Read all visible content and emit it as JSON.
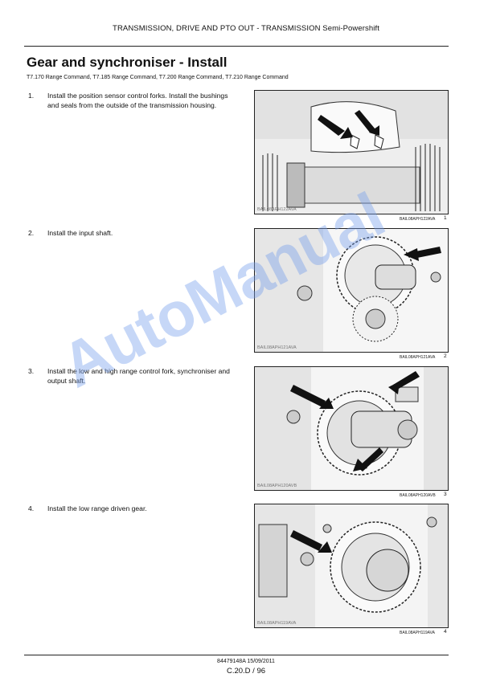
{
  "header": "TRANSMISSION, DRIVE AND PTO OUT - TRANSMISSION Semi-Powershift",
  "title": "Gear and synchroniser - Install",
  "subtitle": "T7.170 Range Command, T7.185 Range Command, T7.200 Range Command, T7.210 Range Command",
  "steps": [
    {
      "num": "1.",
      "text": "Install the position sensor control forks.  Install the bushings and seals from the outside of the transmission housing."
    },
    {
      "num": "2.",
      "text": "Install the input shaft."
    },
    {
      "num": "3.",
      "text": "Install the low and high range control fork, synchroniser and output shaft."
    },
    {
      "num": "4.",
      "text": "Install the low range driven gear."
    }
  ],
  "figures": [
    {
      "code": "BAIL08APH122AVA",
      "caption": "BAIL08APH122AVA",
      "number": "1"
    },
    {
      "code": "BAIL08APH121AVA",
      "caption": "BAIL08APH121AVA",
      "number": "2"
    },
    {
      "code": "BAIL08APH120AVB",
      "caption": "BAIL08APH120AVB",
      "number": "3"
    },
    {
      "code": "BAIL08APH119AVA",
      "caption": "BAIL08APH119AVA",
      "number": "4"
    }
  ],
  "watermark": "AutoManual",
  "footer": {
    "doc": "84479148A 15/09/2011",
    "page": "C.20.D / 96"
  }
}
